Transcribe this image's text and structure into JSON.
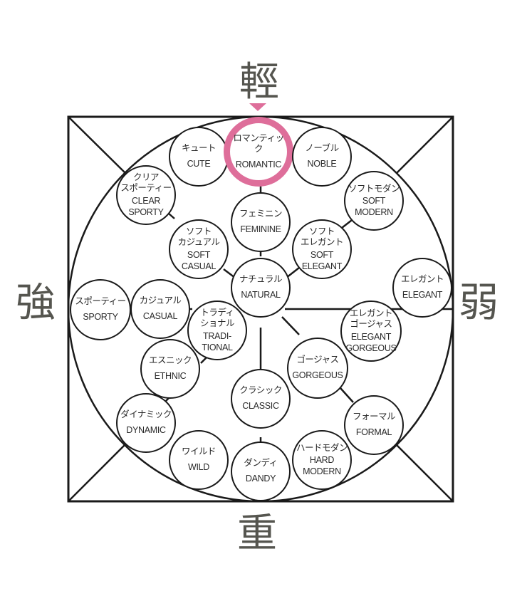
{
  "axes": {
    "top": "輕",
    "bottom": "重",
    "left": "強",
    "right": "弱"
  },
  "highlight_color": "#de6e9a",
  "nodes": [
    {
      "id": "cute",
      "jp": "キュート",
      "en": "CUTE"
    },
    {
      "id": "romantic",
      "jp": "ロマンティック",
      "en": "ROMANTIC",
      "highlighted": true
    },
    {
      "id": "noble",
      "jp": "ノーブル",
      "en": "NOBLE"
    },
    {
      "id": "clear-sporty",
      "jp": "クリア\nスポーティー",
      "en": "CLEAR\nSPORTY"
    },
    {
      "id": "soft-modern",
      "jp": "ソフトモダン",
      "en": "SOFT\nMODERN"
    },
    {
      "id": "feminine",
      "jp": "フェミニン",
      "en": "FEMININE"
    },
    {
      "id": "soft-casual",
      "jp": "ソフト\nカジュアル",
      "en": "SOFT\nCASUAL"
    },
    {
      "id": "soft-elegant",
      "jp": "ソフト\nエレガント",
      "en": "SOFT\nELEGANT"
    },
    {
      "id": "natural",
      "jp": "ナチュラル",
      "en": "NATURAL"
    },
    {
      "id": "elegant",
      "jp": "エレガント",
      "en": "ELEGANT"
    },
    {
      "id": "sporty",
      "jp": "スポーティー",
      "en": "SPORTY"
    },
    {
      "id": "casual",
      "jp": "カジュアル",
      "en": "CASUAL"
    },
    {
      "id": "traditional",
      "jp": "トラディ\nショナル",
      "en": "TRADI-\nTIONAL"
    },
    {
      "id": "elegant-gorgeous",
      "jp": "エレガント\nゴージャス",
      "en": "ELEGANT\nGORGEOUS"
    },
    {
      "id": "ethnic",
      "jp": "エスニック",
      "en": "ETHNIC"
    },
    {
      "id": "gorgeous",
      "jp": "ゴージャス",
      "en": "GORGEOUS"
    },
    {
      "id": "classic",
      "jp": "クラシック",
      "en": "CLASSIC"
    },
    {
      "id": "dynamic",
      "jp": "ダイナミック",
      "en": "DYNAMIC"
    },
    {
      "id": "formal",
      "jp": "フォーマル",
      "en": "FORMAL"
    },
    {
      "id": "wild",
      "jp": "ワイルド",
      "en": "WILD"
    },
    {
      "id": "dandy",
      "jp": "ダンディ",
      "en": "DANDY"
    },
    {
      "id": "hard-modern",
      "jp": "ハードモダン",
      "en": "HARD\nMODERN"
    }
  ]
}
